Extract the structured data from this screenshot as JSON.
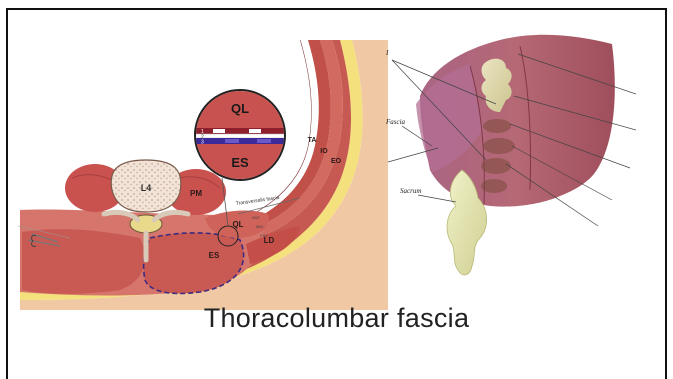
{
  "slide": {
    "title": "Thoracolumbar fascia"
  },
  "left_figure": {
    "labels": {
      "ql_inset": "QL",
      "es_inset": "ES",
      "layer_1": "1",
      "layer_2": "2",
      "layer_3": "3",
      "l4": "L4",
      "pm": "PM",
      "ql": "QL",
      "es": "ES",
      "ld": "LD",
      "ta": "TA",
      "io": "IO",
      "eo": "EO",
      "transversalis": "Transversalis fascia",
      "ant": "ANT",
      "mid": "MID",
      "post": "PST"
    }
  },
  "right_figure": {
    "labels": {
      "ilium": "I",
      "fascia": "Fascia",
      "sacrum": "Sacrum"
    }
  },
  "colors": {
    "muscle": "#c9524f",
    "muscle_light": "#e49a90",
    "fat": "#f3d67a",
    "skin": "#f0c9a4",
    "fascia_line": "#8a2a6a",
    "bone": "#e6e7b6",
    "wine": "#8e3a4a"
  }
}
